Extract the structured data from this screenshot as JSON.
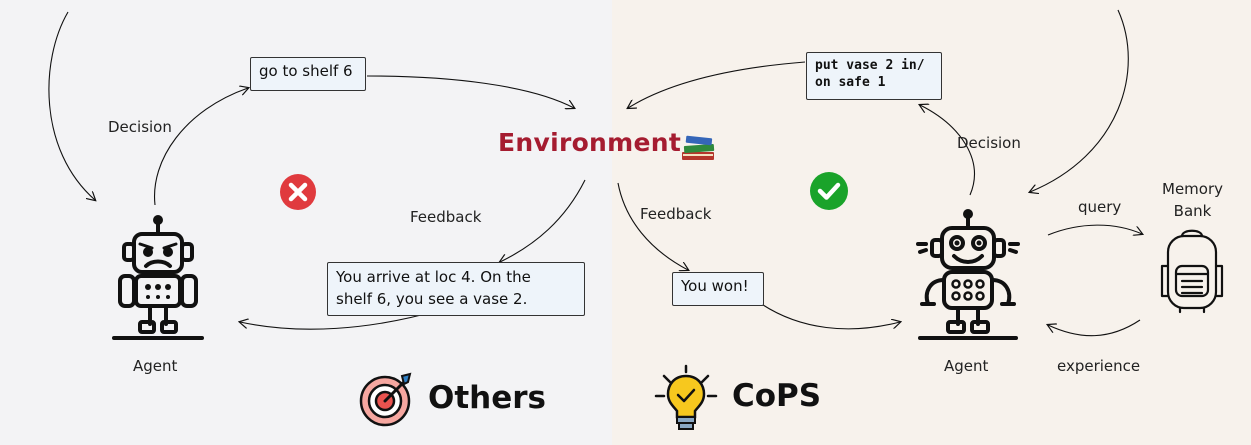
{
  "environment": {
    "title": "Environment"
  },
  "left": {
    "decision_label": "Decision",
    "action_text": "go to shelf 6",
    "feedback_label": "Feedback",
    "feedback_text_line1": "You arrive at loc 4. On the",
    "feedback_text_line2": "shelf 6, you see a vase 2.",
    "agent_label": "Agent",
    "method_name": "Others"
  },
  "right": {
    "decision_label": "Decision",
    "action_text_line1": "put vase 2 in/",
    "action_text_line2": "on safe 1",
    "feedback_label": "Feedback",
    "feedback_text": "You won!",
    "agent_label": "Agent",
    "query_label": "query",
    "experience_label": "experience",
    "memory_line1": "Memory",
    "memory_line2": "Bank",
    "method_name": "CoPS"
  },
  "colors": {
    "fail": "#e03a3e",
    "success": "#1aa32a",
    "environment": "#a51c30"
  }
}
